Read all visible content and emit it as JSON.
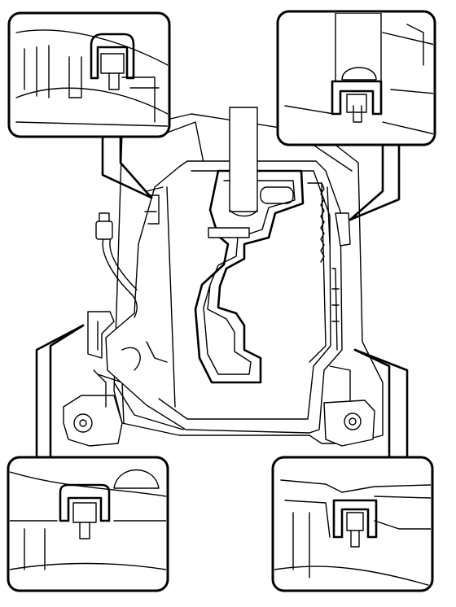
{
  "figure": {
    "colors": {
      "line": "#000000",
      "background": "#ffffff"
    },
    "callouts": [
      "clip-detail-top-left",
      "clip-detail-top-right",
      "clip-detail-bottom-left",
      "clip-detail-bottom-right"
    ]
  }
}
